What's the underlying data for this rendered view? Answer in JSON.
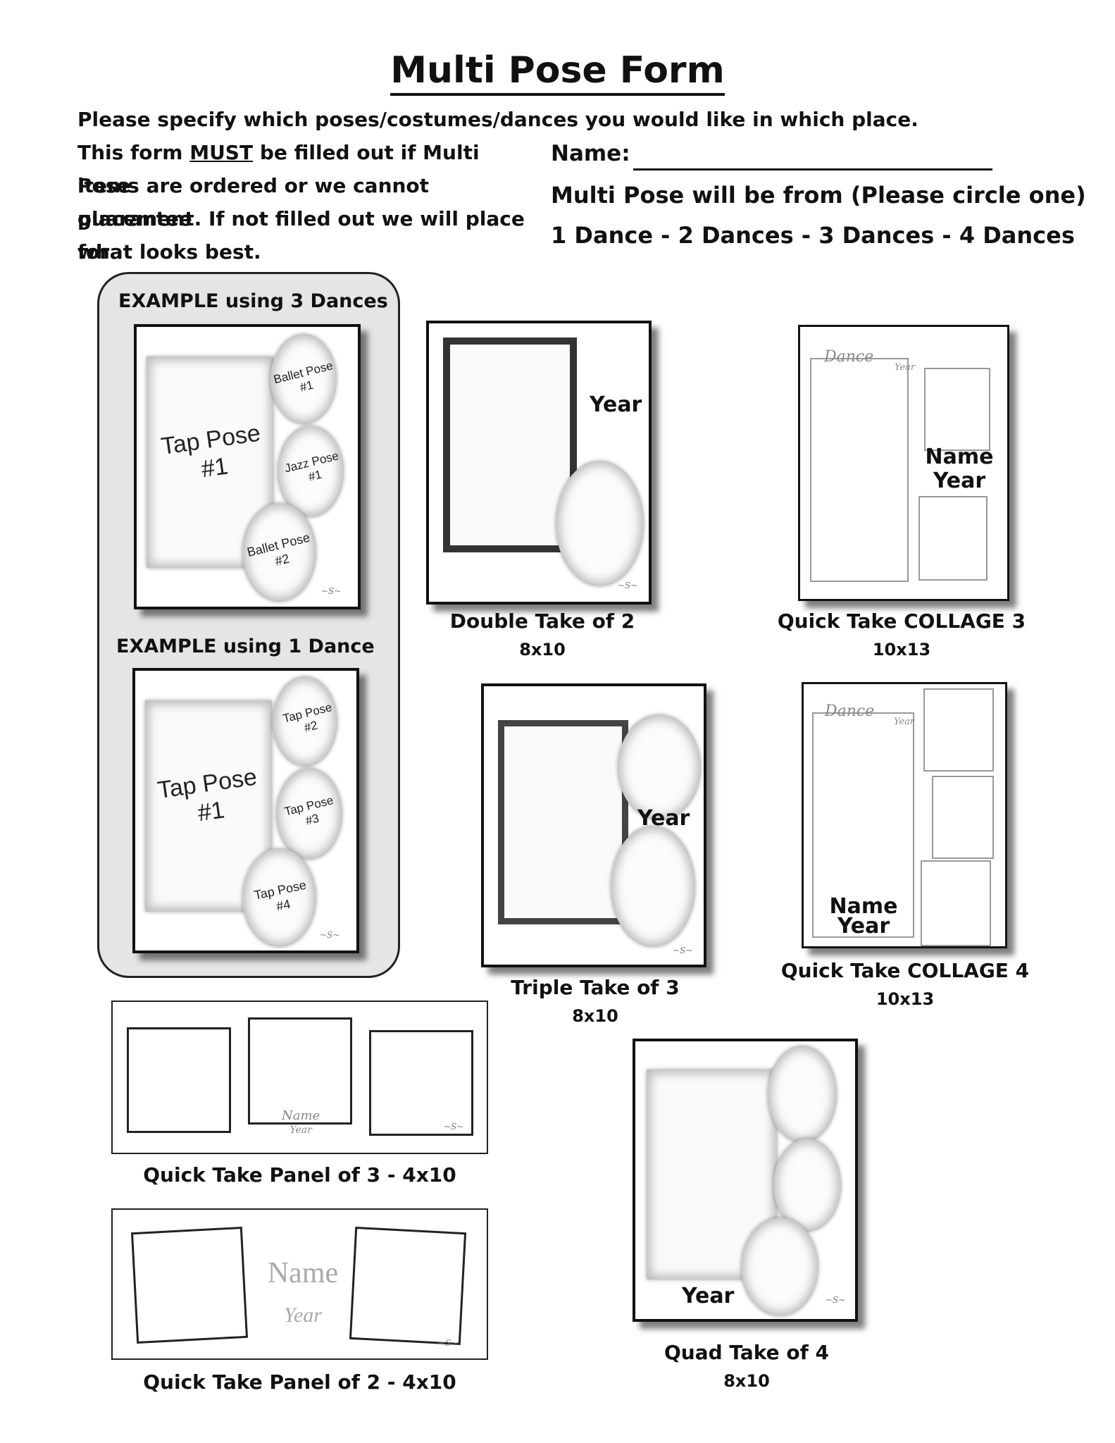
{
  "title": "Multi Pose Form",
  "intro": {
    "line1": "Please specify which poses/costumes/dances you would like in which place.",
    "line2_pre": "This form ",
    "line2_must": "MUST",
    "line2_post": " be filled out if Multi Pose",
    "line3": "items are ordered or we cannot guarantee",
    "line4": "placement.  If not filled out we will place for",
    "line5": "what looks best."
  },
  "form": {
    "name_label": "Name:",
    "multi_pose_label": "Multi Pose will be from (Please circle one)",
    "dance_options": "1 Dance - 2 Dances - 3 Dances - 4 Dances"
  },
  "examples": {
    "ex3_label": "EXAMPLE using 3 Dances",
    "ex3_main": [
      "Tap Pose",
      "#1"
    ],
    "ex3_oval1": [
      "Ballet Pose",
      "#1"
    ],
    "ex3_oval2": [
      "Jazz Pose",
      "#1"
    ],
    "ex3_oval3": [
      "Ballet Pose",
      "#2"
    ],
    "ex1_label": "EXAMPLE using 1 Dance",
    "ex1_main": [
      "Tap Pose",
      "#1"
    ],
    "ex1_oval1": [
      "Tap Pose",
      "#2"
    ],
    "ex1_oval2": [
      "Tap Pose",
      "#3"
    ],
    "ex1_oval3": [
      "Tap Pose",
      "#4"
    ]
  },
  "products": {
    "double_take": {
      "name": "Double Take of 2",
      "size": "8x10",
      "year": "Year"
    },
    "collage3": {
      "name": "Quick Take COLLAGE 3",
      "size": "10x13",
      "dance": "Dance",
      "year_small": "Year",
      "name_text": "Name",
      "year": "Year"
    },
    "triple_take": {
      "name": "Triple Take of 3",
      "size": "8x10",
      "year": "Year"
    },
    "collage4": {
      "name": "Quick Take COLLAGE 4",
      "size": "10x13",
      "dance": "Dance",
      "year_small": "Year",
      "name_text": "Name",
      "year": "Year"
    },
    "panel3": {
      "name": "Quick Take Panel of 3 - 4x10",
      "name_text": "Name",
      "year": "Year"
    },
    "panel2": {
      "name": "Quick Take Panel of 2 - 4x10",
      "name_text": "Name",
      "year": "Year"
    },
    "quad_take": {
      "name": "Quad Take of 4",
      "size": "8x10",
      "year": "Year"
    }
  }
}
